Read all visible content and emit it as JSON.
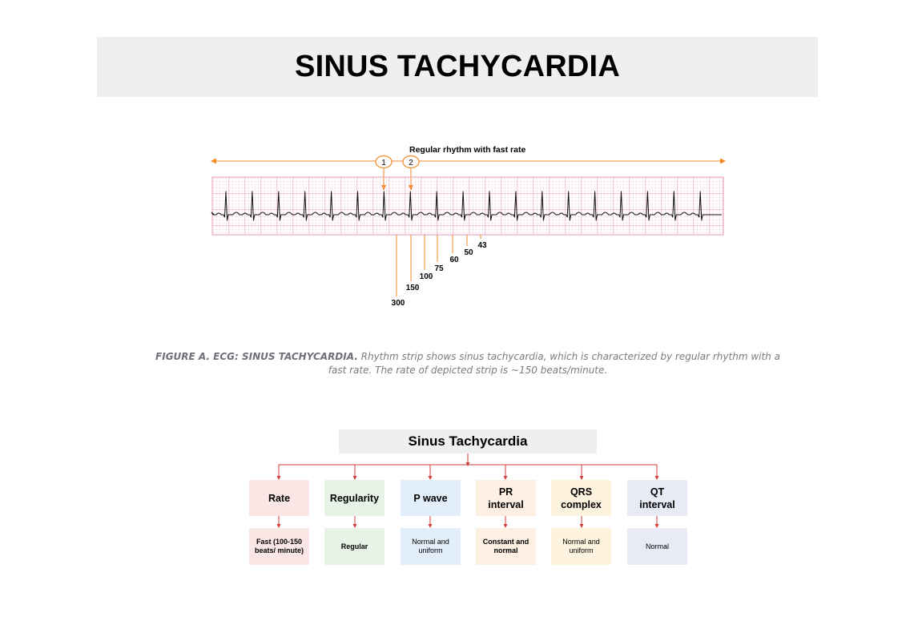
{
  "title": "SINUS TACHYCARDIA",
  "strip": {
    "annotation": "Regular rhythm with fast rate",
    "markers": [
      "1",
      "2"
    ],
    "rate_scale": [
      "300",
      "150",
      "100",
      "75",
      "60",
      "50",
      "43"
    ]
  },
  "caption": {
    "lead": "FIGURE A. ECG: SINUS TACHYCARDIA.",
    "text": "Rhythm strip shows sinus tachycardia, which is characterized by regular rhythm with a fast rate. The rate of depicted strip is ~150 beats/minute."
  },
  "tree": {
    "title": "Sinus Tachycardia",
    "items": [
      {
        "label": "Rate",
        "value": "Fast (100-150 beats/ minute)",
        "color": "#fbe6e6"
      },
      {
        "label": "Regularity",
        "value": "Regular",
        "color": "#e6f3e6"
      },
      {
        "label": "P wave",
        "value": "Normal and uniform",
        "color": "#e3eefb"
      },
      {
        "label": "PR interval",
        "value": "Constant and normal",
        "color": "#fdf0e3"
      },
      {
        "label": "QRS complex",
        "value": "Normal and uniform",
        "color": "#fdf3de"
      },
      {
        "label": "QT interval",
        "value": "Normal",
        "color": "#e8ebf6"
      }
    ]
  },
  "colors": {
    "accent_orange": "#f08a24",
    "connector_red": "#d23a3a",
    "grid_pink": "#e8a0c0"
  }
}
